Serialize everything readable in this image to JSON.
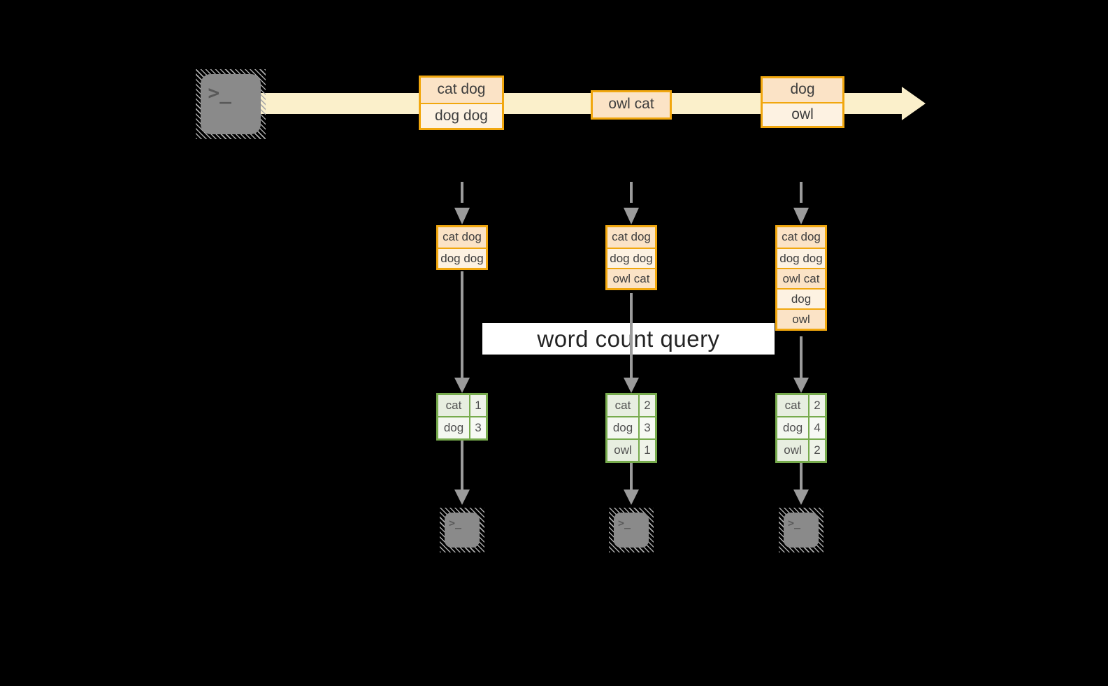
{
  "query_label": "word count query",
  "icons": {
    "terminal_prompt": ">_"
  },
  "colors": {
    "background": "#000000",
    "amber_border": "#f1a70e",
    "peach_fill": "#fbe3c6",
    "cream_fill": "#fdf2e2",
    "stream_band": "#fbf0cb",
    "green_border": "#77ab4d",
    "green_row_odd": "#e7eee0",
    "green_row_even": "#f4f7f0",
    "arrow_gray": "#9b9b9b",
    "terminal_gray": "#8a8a8a"
  },
  "stream": {
    "groups": [
      {
        "events": [
          {
            "label": "cat dog"
          },
          {
            "label": "dog dog"
          }
        ]
      },
      {
        "events": [
          {
            "label": "owl cat"
          }
        ]
      },
      {
        "events": [
          {
            "label": "dog"
          },
          {
            "label": "owl"
          }
        ]
      }
    ]
  },
  "workers": [
    {
      "batch": [
        "cat dog",
        "dog dog"
      ],
      "counts": [
        {
          "word": "cat",
          "count": "1"
        },
        {
          "word": "dog",
          "count": "3"
        }
      ]
    },
    {
      "batch": [
        "cat dog",
        "dog dog",
        "owl cat"
      ],
      "counts": [
        {
          "word": "cat",
          "count": "2"
        },
        {
          "word": "dog",
          "count": "3"
        },
        {
          "word": "owl",
          "count": "1"
        }
      ]
    },
    {
      "batch": [
        "cat dog",
        "dog dog",
        "owl cat",
        "dog",
        "owl"
      ],
      "counts": [
        {
          "word": "cat",
          "count": "2"
        },
        {
          "word": "dog",
          "count": "4"
        },
        {
          "word": "owl",
          "count": "2"
        }
      ]
    }
  ]
}
